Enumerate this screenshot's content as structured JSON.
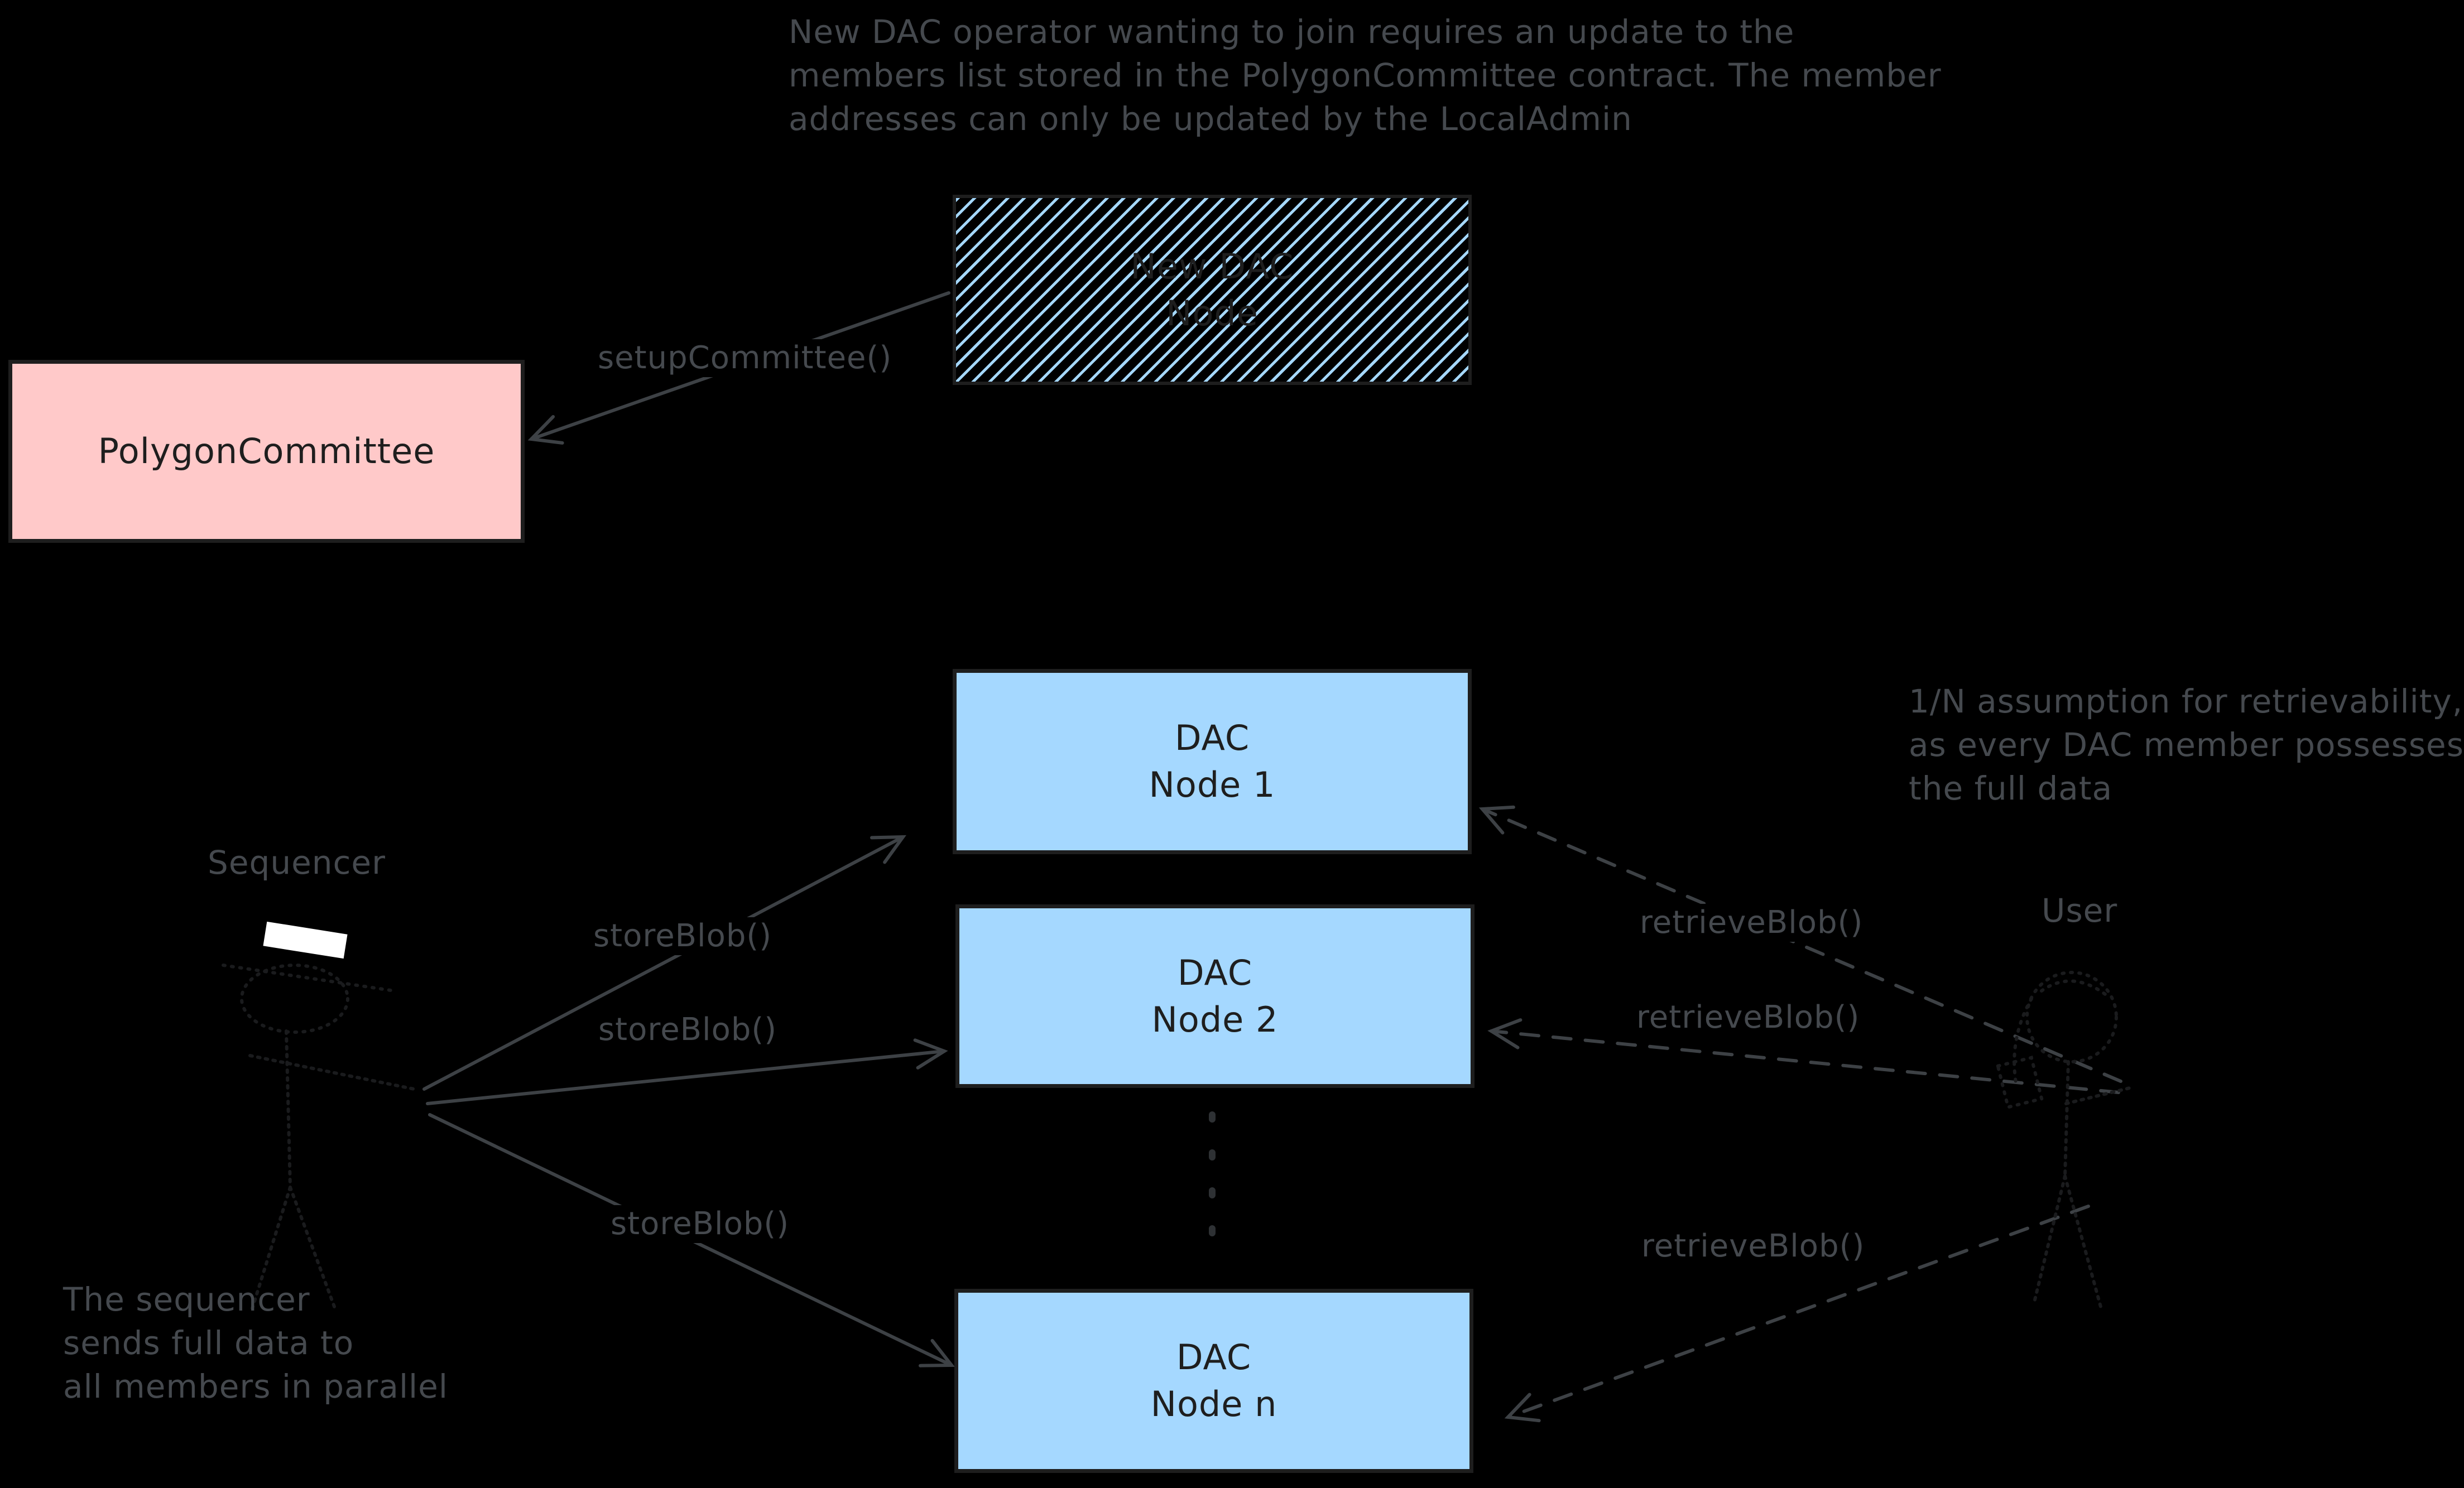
{
  "colors": {
    "background": "#000000",
    "node_fill_blue": "#a5d8ff",
    "node_fill_pink": "#ffc9c9",
    "node_border": "#1e1e1e",
    "node_text": "#1e1e1e",
    "annotation_gray": "#45494e",
    "hatch_line_blue": "#a5d8ff",
    "sequencer_hat_white": "#ffffff"
  },
  "notes": {
    "admin_note": {
      "line1": "New DAC operator wanting to join requires an update to the",
      "line2": "members list stored in the PolygonCommittee contract. The member",
      "line3": "addresses can only be updated by the LocalAdmin"
    },
    "retrievability_note": {
      "line1": "1/N assumption for retrievability,",
      "line2": "as every DAC member possesses",
      "line3": "the full data"
    },
    "sequencer_note": {
      "line1": "The sequencer",
      "line2": "sends full data to",
      "line3": "all members in parallel"
    }
  },
  "actors": {
    "sequencer": {
      "label": "Sequencer"
    },
    "user": {
      "label": "User"
    }
  },
  "nodes": {
    "new_dac_node": {
      "line1": "New DAC",
      "line2": "Node"
    },
    "polygon_committee": {
      "label": "PolygonCommittee"
    },
    "dac_node_1": {
      "line1": "DAC",
      "line2": "Node 1"
    },
    "dac_node_2": {
      "line1": "DAC",
      "line2": "Node 2"
    },
    "dac_node_n": {
      "line1": "DAC",
      "line2": "Node n"
    }
  },
  "edges": {
    "setup_committee": {
      "label": "setupCommittee()"
    },
    "store_blob_1": {
      "label": "storeBlob()"
    },
    "store_blob_2": {
      "label": "storeBlob()"
    },
    "store_blob_3": {
      "label": "storeBlob()"
    },
    "retrieve_blob_1": {
      "label": "retrieveBlob()"
    },
    "retrieve_blob_2": {
      "label": "retrieveBlob()"
    },
    "retrieve_blob_3": {
      "label": "retrieveBlob()"
    }
  }
}
